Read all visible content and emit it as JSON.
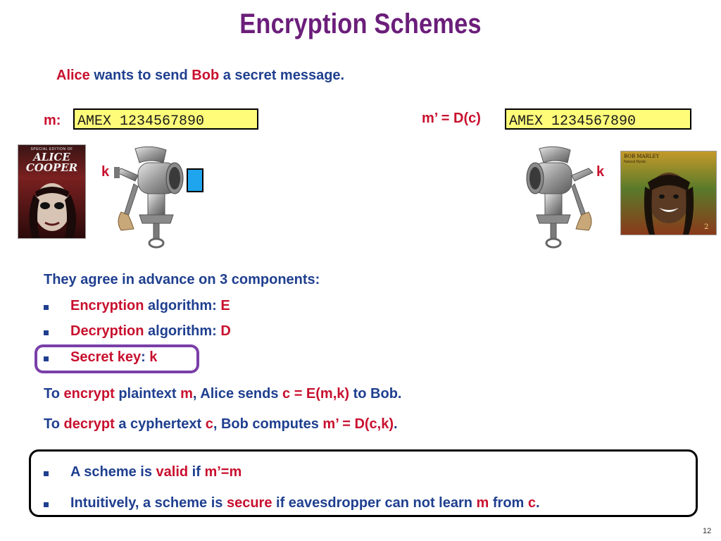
{
  "title": "Encryption Schemes",
  "intro": {
    "alice": "Alice",
    "t1": "wants to send",
    "bob": "Bob",
    "t2": "a secret message."
  },
  "sender": {
    "m_label": "m:",
    "message": "AMEX 1234567890",
    "key": "k"
  },
  "receiver": {
    "label": "m’ = D(c)",
    "message": "AMEX 1234567890",
    "key": "k"
  },
  "alice_cover": {
    "top_text": "SPECIAL EDITION OF",
    "name_line1": "ALICE",
    "name_line2": "COOPER"
  },
  "bob_cover": {
    "top_text": "BOB MARLEY",
    "sub_text": "Natural Mystic",
    "number": "2"
  },
  "components": {
    "heading": "They agree in advance on 3 components:",
    "items": [
      {
        "term": "Encryption",
        "rest": " algorithm: ",
        "sym": "E"
      },
      {
        "term": "Decryption",
        "rest": " algorithm: ",
        "sym": "D"
      },
      {
        "term": "Secret key",
        "rest": ": ",
        "sym": "k"
      }
    ]
  },
  "encrypt_line": {
    "a": "To ",
    "b": "encrypt",
    "c": " plaintext ",
    "d": "m",
    "e": ", Alice sends ",
    "f": "c = E(m,k)",
    "g": " to Bob."
  },
  "decrypt_line": {
    "a": "To ",
    "b": "decrypt",
    "c": " a cyphertext ",
    "d": "c",
    "e": ", Bob computes ",
    "f": "m’ = D(c,k)",
    "g": "."
  },
  "box_items": [
    {
      "a": "A scheme is ",
      "b": "valid",
      "c": " if ",
      "d": "m’=m",
      "e": ""
    },
    {
      "a": "Intuitively, a scheme is ",
      "b": "secure",
      "c": " if eavesdropper can not learn ",
      "d": "m",
      "e": " from ",
      "f": "c",
      "g": "."
    }
  ],
  "page_number": "12",
  "colors": {
    "title": "#6b1e7a",
    "text_blue": "#1f3f8f",
    "highlight_red": "#c8102e",
    "message_box": "#fffc7a",
    "ring": "#7a3fa8",
    "cipher_block": "#1ea5ee"
  },
  "icons": [
    "meat-grinder-icon",
    "bullet-square-icon"
  ]
}
